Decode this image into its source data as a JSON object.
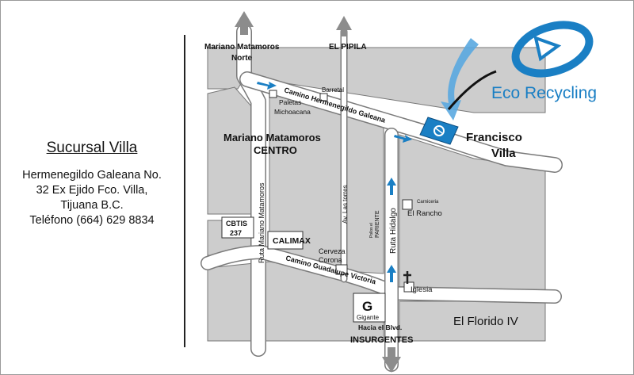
{
  "branch": {
    "title": "Sucursal Villa",
    "address_lines": [
      "Hermenegildo Galeana No.",
      "32 Ex Ejido Fco. Villa,",
      "Tijuana B.C.",
      "Teléfono (664) 629 8834"
    ]
  },
  "logo": {
    "text": "Eco Recycling",
    "color": "#1a7fc4"
  },
  "colors": {
    "block": "#cdcdcd",
    "road": "#ffffff",
    "arrow": "#1a7fc4",
    "grey_arrow": "#8c8c8c"
  },
  "map": {
    "labels": {
      "mariano_norte_1": "Mariano Matamoros",
      "mariano_norte_2": "Norte",
      "el_pipila": "EL PIPILA",
      "barretal": "Barretal",
      "paletas_1": "Paletas",
      "paletas_2": "Michoacana",
      "camino_galeana": "Camino Hermenegildo Galeana",
      "francisco_1": "Francisco",
      "francisco_2": "Villa",
      "centro_1": "Mariano Matamoros",
      "centro_2": "CENTRO",
      "ruta_mariano": "Ruta Mariano Matamoros",
      "av_torres": "Av. Las torres",
      "pollos_1": "Pollos el",
      "pollos_2": "PARIENTE",
      "ruta_hidalgo": "Ruta Hidalgo",
      "carniceria": "Carniceria",
      "el_rancho": "El Rancho",
      "cbtis_1": "CBTIS",
      "cbtis_2": "237",
      "calimax": "CALIMAX",
      "cerveza_1": "Cerveza",
      "cerveza_2": "Corona",
      "camino_guadalupe": "Camino Guadalupe Victoria",
      "iglesia": "Iglesia",
      "gigante_letter": "G",
      "gigante": "Gigante",
      "hacia_blvd": "Hacia el Blvd.",
      "insurgentes": "INSURGENTES",
      "el_florido": "El Florido IV"
    }
  }
}
